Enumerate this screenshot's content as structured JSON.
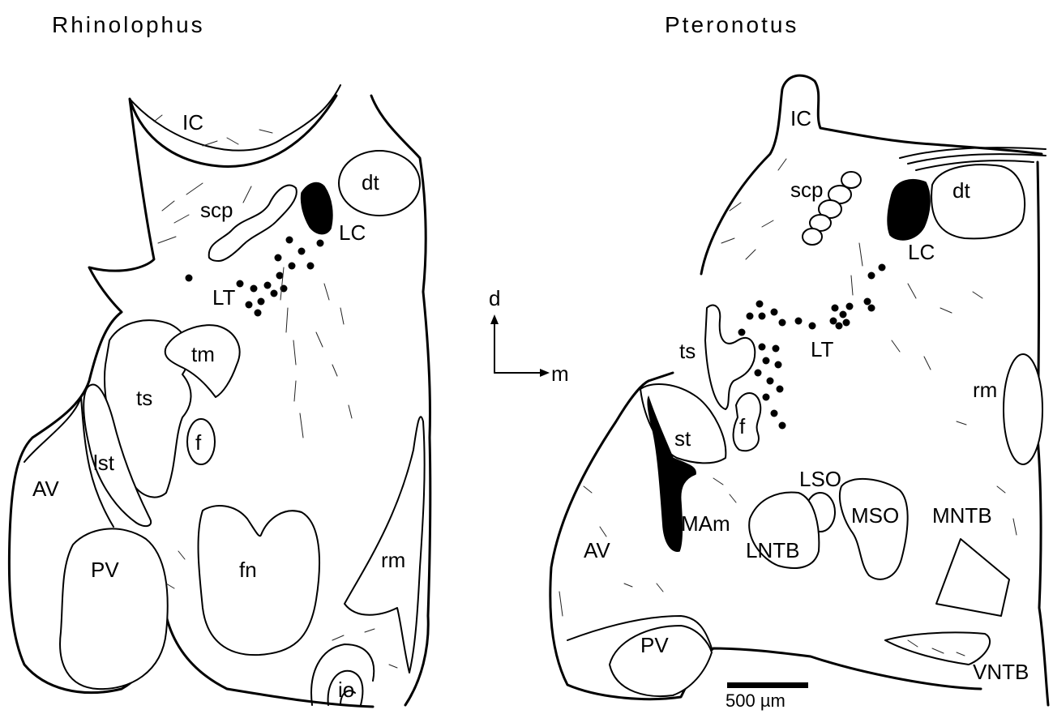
{
  "panels": {
    "left": {
      "title": "Rhinolophus",
      "labels": {
        "IC": "IC",
        "dt": "dt",
        "scp": "scp",
        "LC": "LC",
        "LT": "LT",
        "tm": "tm",
        "ts": "ts",
        "f": "f",
        "lst": "lst",
        "AV": "AV",
        "PV": "PV",
        "fn": "fn",
        "rm": "rm",
        "io": "io"
      }
    },
    "right": {
      "title": "Pteronotus",
      "labels": {
        "IC": "IC",
        "scp": "scp",
        "dt": "dt",
        "LC": "LC",
        "LT": "LT",
        "ts": "ts",
        "rm": "rm",
        "st": "st",
        "f": "f",
        "LSO": "LSO",
        "MSO": "MSO",
        "MNTB": "MNTB",
        "MAm": "MAm",
        "AV": "AV",
        "LNTB": "LNTB",
        "PV": "PV",
        "VNTB": "VNTB"
      }
    }
  },
  "orientation": {
    "dorsal": "d",
    "medial": "m"
  },
  "scale_bar": {
    "label": "500 µm"
  },
  "colors": {
    "ink": "#000000",
    "background": "#ffffff"
  }
}
